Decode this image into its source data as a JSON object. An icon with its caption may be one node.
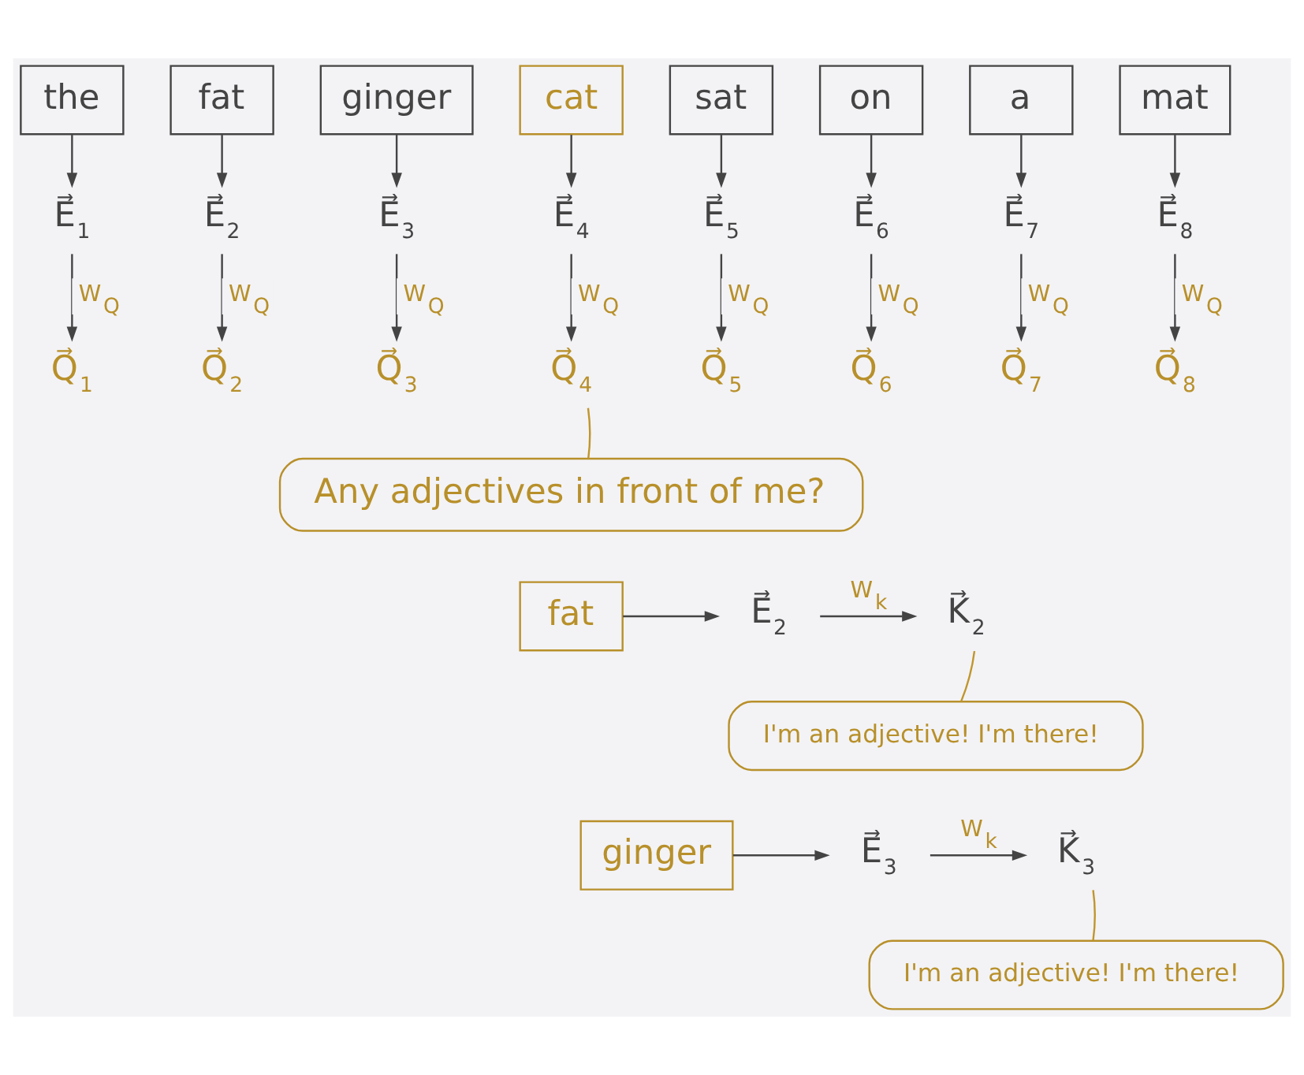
{
  "diagram": {
    "nodes": [
      {
        "text": [
          "the"
        ]
      },
      {
        "text": [
          "fat"
        ]
      },
      {
        "text": [
          "ginger"
        ]
      },
      {
        "text": [
          "cat"
        ]
      },
      {
        "text": [
          "sat"
        ]
      },
      {
        "text": [
          "on"
        ]
      },
      {
        "text": [
          "a"
        ]
      },
      {
        "text": [
          "mat"
        ]
      },
      {
        "text": [
          "E⃗$_{1}$"
        ]
      },
      {
        "text": [
          "E⃗$_{2}$"
        ]
      },
      {
        "text": [
          "E⃗$_{3}$"
        ]
      },
      {
        "text": [
          "E⃗$_{4}$"
        ]
      },
      {
        "text": [
          "E⃗$_{5}$"
        ]
      },
      {
        "text": [
          "E⃗$_{6}$"
        ]
      },
      {
        "text": [
          "E⃗$_{7}$"
        ]
      },
      {
        "text": [
          "E⃗$_{8}$"
        ]
      },
      {
        "text": [
          "Q⃗$_{1}$"
        ]
      },
      {
        "text": [
          "Q⃗$_{2}$"
        ]
      },
      {
        "text": [
          "Q⃗$_{3}$"
        ]
      },
      {
        "text": [
          "Q⃗$_{4}$"
        ]
      },
      {
        "text": [
          "Q⃗$_{5}$"
        ]
      },
      {
        "text": [
          "Q⃗$_{6}$"
        ]
      },
      {
        "text": [
          "Q⃗$_{7}$"
        ]
      },
      {
        "text": [
          "Q⃗$_{8}$"
        ]
      },
      {
        "text": [
          "Any adjectives in front of me?"
        ]
      },
      {
        "text": [
          "fat"
        ]
      },
      {
        "text": [
          "E⃗$_{2}$"
        ]
      },
      {
        "text": [
          "K⃗$_{2}$"
        ]
      },
      {
        "text": [
          "I'm an adjective! I'm there!"
        ]
      },
      {
        "text": [
          "ginger"
        ]
      },
      {
        "text": [
          "E⃗$_{3}$"
        ]
      },
      {
        "text": [
          "K⃗$_{3}$"
        ]
      },
      {
        "text": [
          "I'm an adjective! I'm there!"
        ]
      }
    ],
    "edges": [
      {
        "from": 0,
        "to": 8,
        "arrow": "to"
      },
      {
        "from": 1,
        "to": 9,
        "arrow": "to"
      },
      {
        "from": 2,
        "to": 10,
        "arrow": "to"
      },
      {
        "from": 3,
        "to": 11,
        "arrow": "to"
      },
      {
        "from": 4,
        "to": 12,
        "arrow": "to"
      },
      {
        "from": 5,
        "to": 13,
        "arrow": "to"
      },
      {
        "from": 6,
        "to": 14,
        "arrow": "to"
      },
      {
        "from": 7,
        "to": 15,
        "arrow": "to"
      },
      {
        "from": 8,
        "to": 16,
        "arrow": "to",
        "label": "W$_{Q}$"
      },
      {
        "from": 9,
        "to": 17,
        "arrow": "to",
        "label": "W$_{Q}$"
      },
      {
        "from": 10,
        "to": 18,
        "arrow": "to",
        "label": "W$_{Q}$"
      },
      {
        "from": 11,
        "to": 19,
        "arrow": "to",
        "label": "W$_{Q}$"
      },
      {
        "from": 12,
        "to": 20,
        "arrow": "to",
        "label": "W$_{Q}$"
      },
      {
        "from": 13,
        "to": 21,
        "arrow": "to",
        "label": "W$_{Q}$"
      },
      {
        "from": 14,
        "to": 22,
        "arrow": "to",
        "label": "W$_{Q}$"
      },
      {
        "from": 15,
        "to": 23,
        "arrow": "to",
        "label": "W$_{Q}$"
      },
      {
        "from": 24,
        "to": 19,
        "arrow": "none",
        "color": "#c0962c"
      },
      {
        "from": 25,
        "to": 26,
        "arrow": "to"
      },
      {
        "from": 26,
        "to": 27,
        "arrow": "to",
        "label": "W$_{k}$"
      },
      {
        "from": 28,
        "to": 27,
        "arrow": "none",
        "color": "#c0962c"
      },
      {
        "from": 29,
        "to": 30,
        "arrow": "to"
      },
      {
        "from": 30,
        "to": 31,
        "arrow": "to",
        "label": "W$_{k}$"
      },
      {
        "from": 32,
        "to": 31,
        "arrow": "none",
        "color": "#c0962c"
      }
    ]
  }
}
